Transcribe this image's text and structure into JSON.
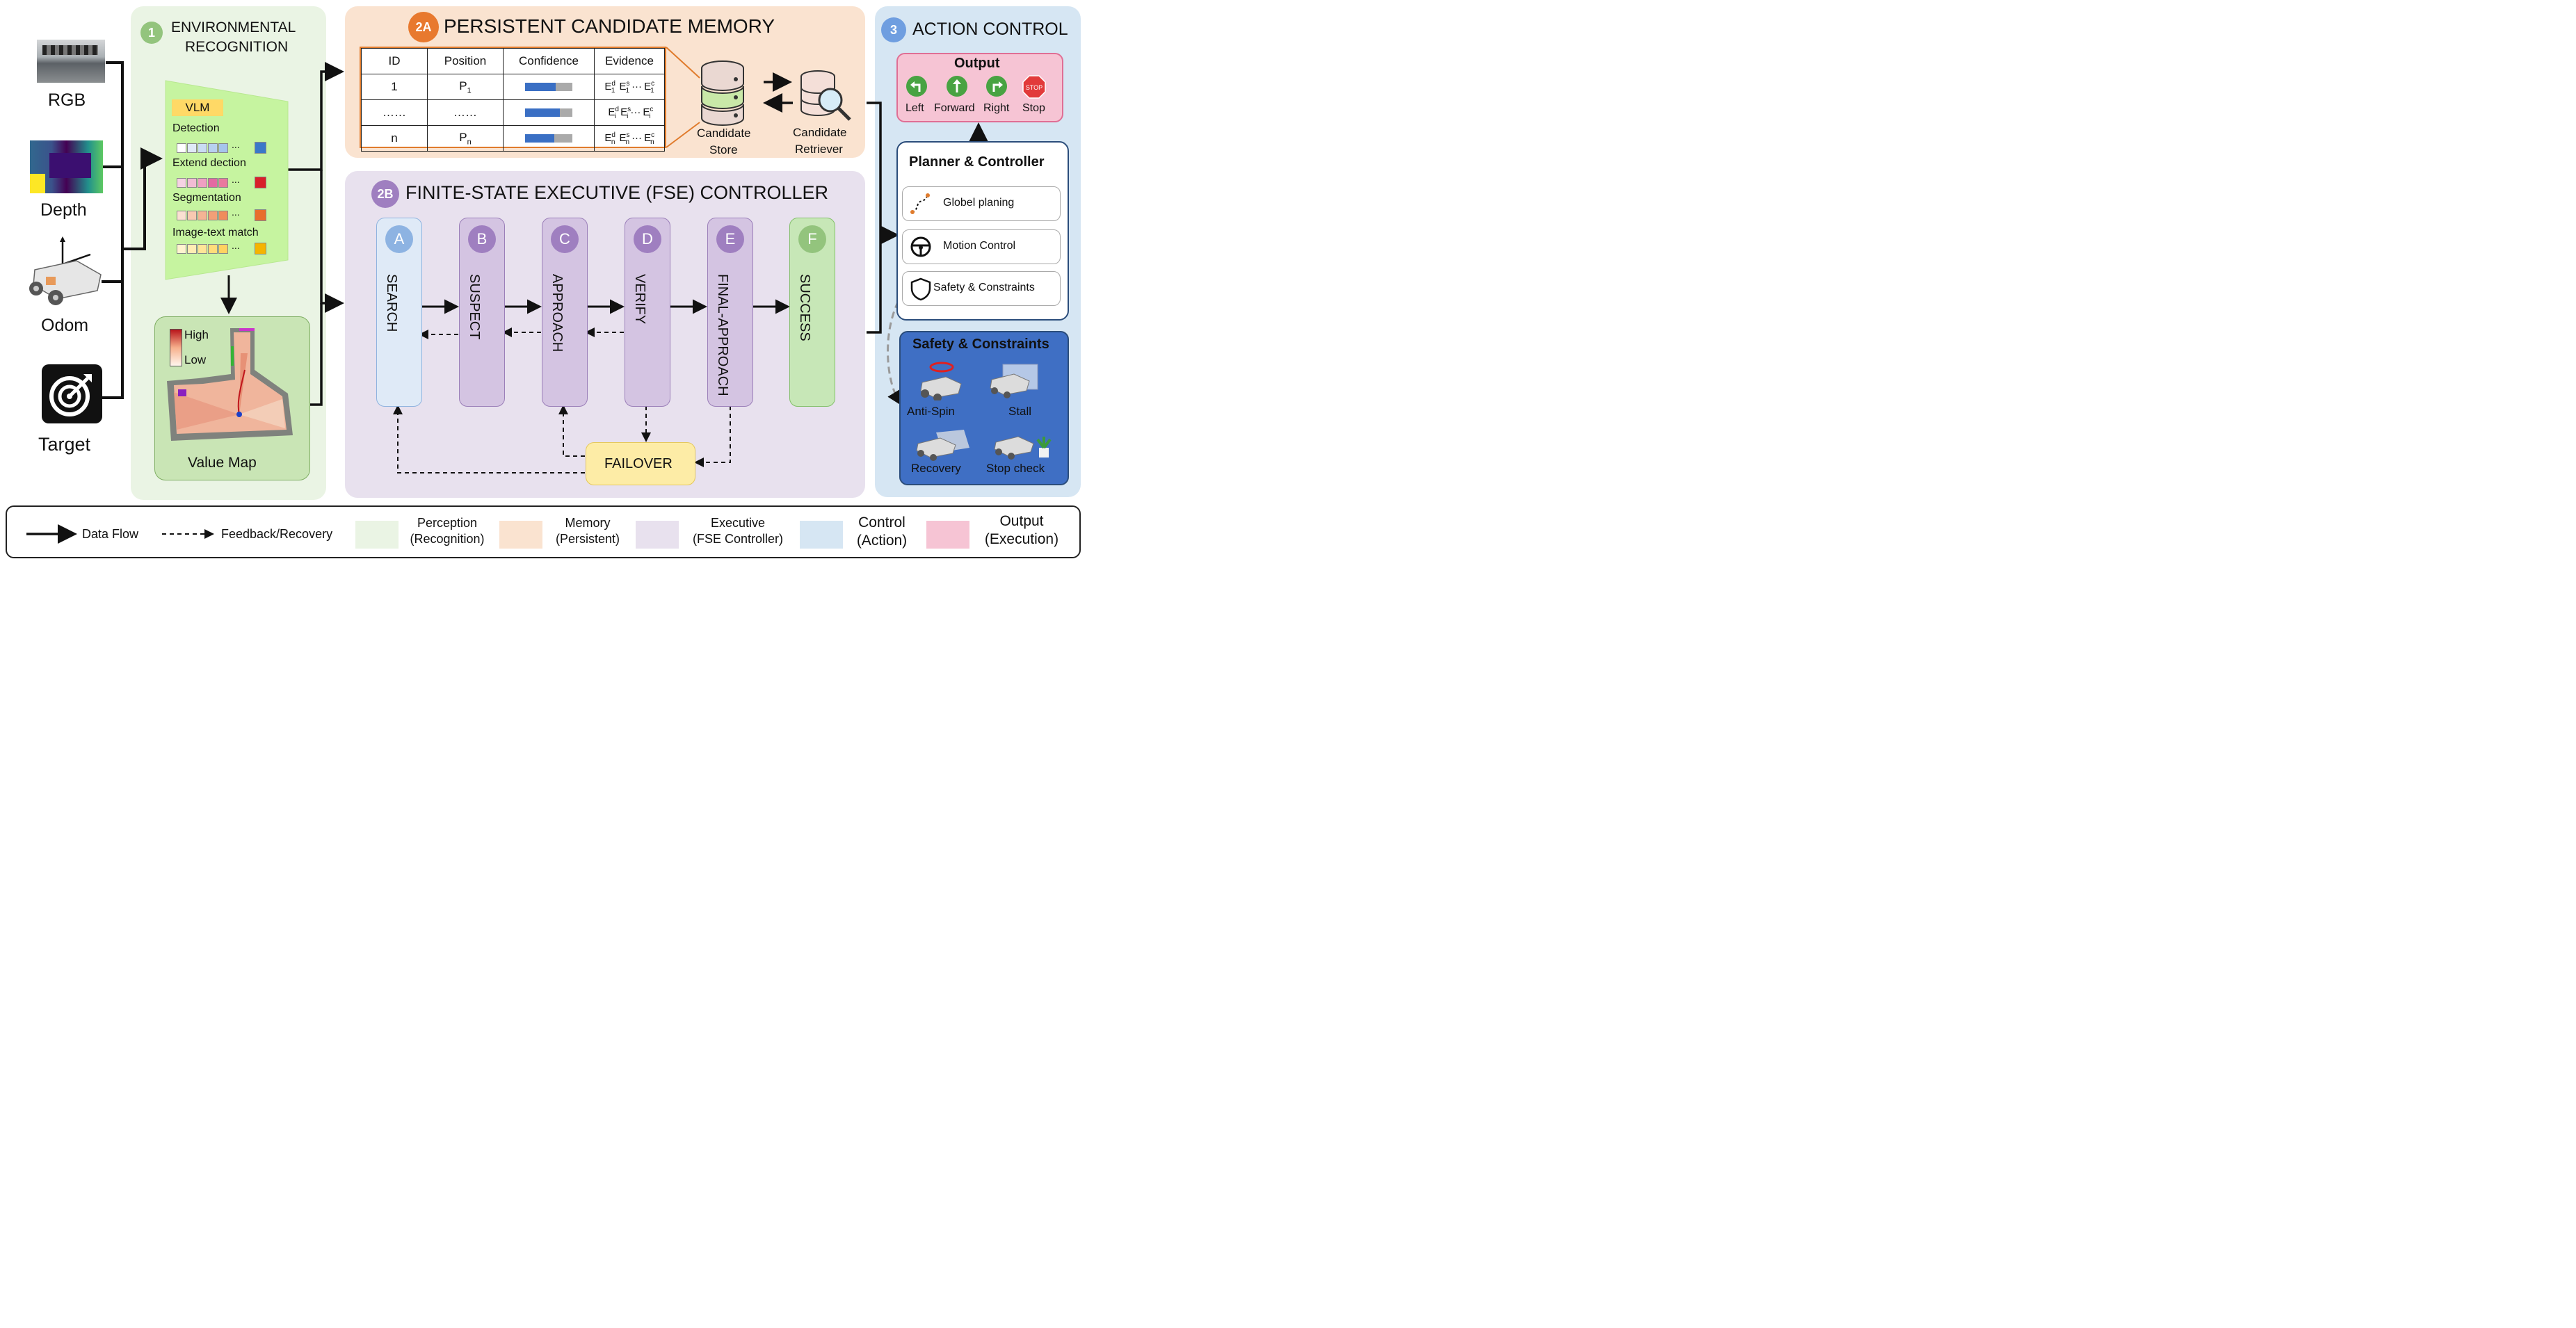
{
  "inputs": {
    "rgb": "RGB",
    "depth": "Depth",
    "odom": "Odom",
    "target": "Target"
  },
  "perception": {
    "badge": "1",
    "title_line1": "ENVIRONMENTAL",
    "title_line2": "RECOGNITION",
    "vlm": "VLM",
    "detection": "Detection",
    "extend": "Extend dection",
    "segmentation": "Segmentation",
    "image_text": "Image-text match",
    "value_map": "Value Map",
    "high": "High",
    "low": "Low",
    "ellipsis": "..."
  },
  "memory": {
    "badge": "2A",
    "title": "PERSISTENT CANDIDATE MEMORY",
    "headers": [
      "ID",
      "Position",
      "Confidence",
      "Evidence"
    ],
    "rows": [
      {
        "id": "1",
        "pos": "P",
        "pos_sub": "1",
        "confidence": 0.64,
        "sub": "1"
      },
      {
        "id": "……",
        "pos": "……",
        "pos_sub": "",
        "confidence": 0.74,
        "sub": "i"
      },
      {
        "id": "n",
        "pos": "P",
        "pos_sub": "n",
        "confidence": 0.62,
        "sub": "n"
      }
    ],
    "evidence_letter": "E",
    "sup_d": "d",
    "sup_s": "s",
    "sup_c": "c",
    "dots": "···",
    "store_l1": "Candidate",
    "store_l2": "Store",
    "retriever_l1": "Candidate",
    "retriever_l2": "Retriever"
  },
  "fse": {
    "badge": "2B",
    "title": "FINITE-STATE EXECUTIVE (FSE) CONTROLLER",
    "states": [
      {
        "letter": "A",
        "name": "SEARCH"
      },
      {
        "letter": "B",
        "name": "SUSPECT"
      },
      {
        "letter": "C",
        "name": "APPROACH"
      },
      {
        "letter": "D",
        "name": "VERIFY"
      },
      {
        "letter": "E",
        "name": "FINAL-APPROACH"
      },
      {
        "letter": "F",
        "name": "SUCCESS"
      }
    ],
    "failover": "FAILOVER"
  },
  "control": {
    "badge": "3",
    "title": "ACTION CONTROL",
    "output_title": "Output",
    "outputs": [
      "Left",
      "Forward",
      "Right",
      "Stop"
    ],
    "stop_sign": "STOP",
    "planner_title": "Planner & Controller",
    "planner_items": [
      "Globel planing",
      "Motion Control",
      "Safety & Constraints"
    ],
    "safety_title": "Safety & Constraints",
    "safety_items": [
      "Anti-Spin",
      "Stall",
      "Recovery",
      "Stop check"
    ]
  },
  "legend": {
    "data_flow": "Data Flow",
    "feedback": "Feedback/Recovery",
    "perception": [
      "Perception",
      "(Recognition)"
    ],
    "memory": [
      "Memory",
      "(Persistent)"
    ],
    "executive": [
      "Executive",
      "(FSE Controller)"
    ],
    "control": [
      "Control",
      "(Action)"
    ],
    "output": [
      "Output",
      "(Execution)"
    ]
  },
  "colors": {
    "perception_bg": "#eaf4e4",
    "memory_bg": "#fae3d0",
    "executive_bg": "#e8e1ee",
    "control_bg": "#d6e6f3",
    "output_bg": "#f6c4d4",
    "failover": "#fdeca6",
    "search_state": "#dfeaf7",
    "mid_state": "#d4c4e2",
    "success_state": "#c7e7b7"
  }
}
